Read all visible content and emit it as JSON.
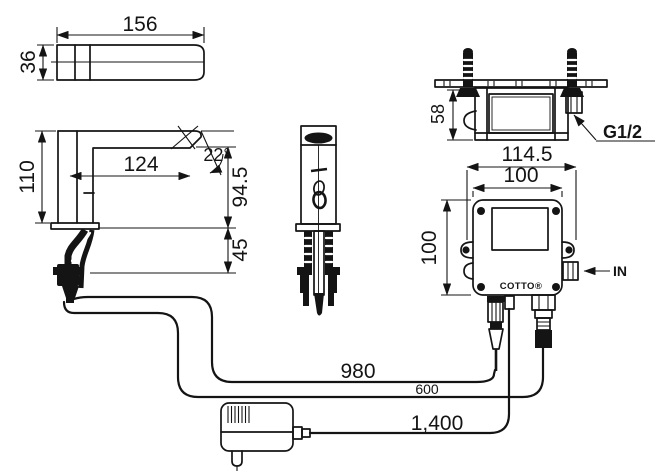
{
  "page": {
    "background": "#ffffff",
    "line_color": "#141414"
  },
  "diagram": {
    "type": "faucet-installation-dimension-drawing",
    "views": {
      "spout_top": {
        "length": "156",
        "depth": "36"
      },
      "spout_side": {
        "height": "110",
        "reach": "124",
        "angle": "22°",
        "outlet_height": "94.5",
        "under_counter": "45"
      },
      "box_side": {
        "height": "58",
        "thread": "G1/2"
      },
      "box_front": {
        "overall_width": "114.5",
        "width": "100",
        "height": "100",
        "inlet": "IN",
        "brand": "COTTO®"
      }
    },
    "cables": {
      "hose_length": "980",
      "sensor_length": "600",
      "power_length": "1,400"
    }
  }
}
